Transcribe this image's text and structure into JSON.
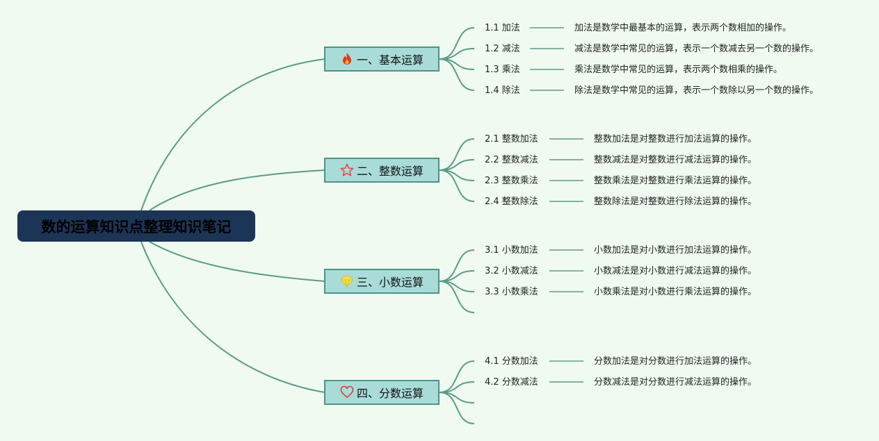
{
  "root": {
    "title": "数的运算知识点整理知识笔记"
  },
  "colors": {
    "line": "#5a9a88",
    "root_bg": "#1c3557",
    "branch_bg": "#a9dcd8",
    "branch_border": "#4e9285",
    "background": "#f0faf0"
  },
  "branches": [
    {
      "title": "一、基本运算",
      "icon": "fire-icon",
      "leaves": [
        {
          "label": "1.1 加法",
          "desc": "加法是数学中最基本的运算，表示两个数相加的操作。"
        },
        {
          "label": "1.2 减法",
          "desc": "减法是数学中常见的运算，表示一个数减去另一个数的操作。"
        },
        {
          "label": "1.3 乘法",
          "desc": "乘法是数学中常见的运算，表示两个数相乘的操作。"
        },
        {
          "label": "1.4 除法",
          "desc": "除法是数学中常见的运算，表示一个数除以另一个数的操作。"
        }
      ]
    },
    {
      "title": "二、整数运算",
      "icon": "star-icon",
      "leaves": [
        {
          "label": "2.1 整数加法",
          "desc": "整数加法是对整数进行加法运算的操作。"
        },
        {
          "label": "2.2 整数减法",
          "desc": "整数减法是对整数进行减法运算的操作。"
        },
        {
          "label": "2.3 整数乘法",
          "desc": "整数乘法是对整数进行乘法运算的操作。"
        },
        {
          "label": "2.4 整数除法",
          "desc": "整数除法是对整数进行除法运算的操作。"
        }
      ]
    },
    {
      "title": "三、小数运算",
      "icon": "diamond-icon",
      "leaves": [
        {
          "label": "3.1 小数加法",
          "desc": "小数加法是对小数进行加法运算的操作。"
        },
        {
          "label": "3.2 小数减法",
          "desc": "小数减法是对小数进行减法运算的操作。"
        },
        {
          "label": "3.3 小数乘法",
          "desc": "小数乘法是对小数进行乘法运算的操作。"
        },
        {
          "label": "",
          "desc": ""
        }
      ]
    },
    {
      "title": "四、分数运算",
      "icon": "heart-icon",
      "leaves": [
        {
          "label": "4.1 分数加法",
          "desc": "分数加法是对分数进行加法运算的操作。"
        },
        {
          "label": "4.2 分数减法",
          "desc": "分数减法是对分数进行减法运算的操作。"
        },
        {
          "label": "",
          "desc": ""
        },
        {
          "label": "",
          "desc": ""
        }
      ]
    }
  ]
}
